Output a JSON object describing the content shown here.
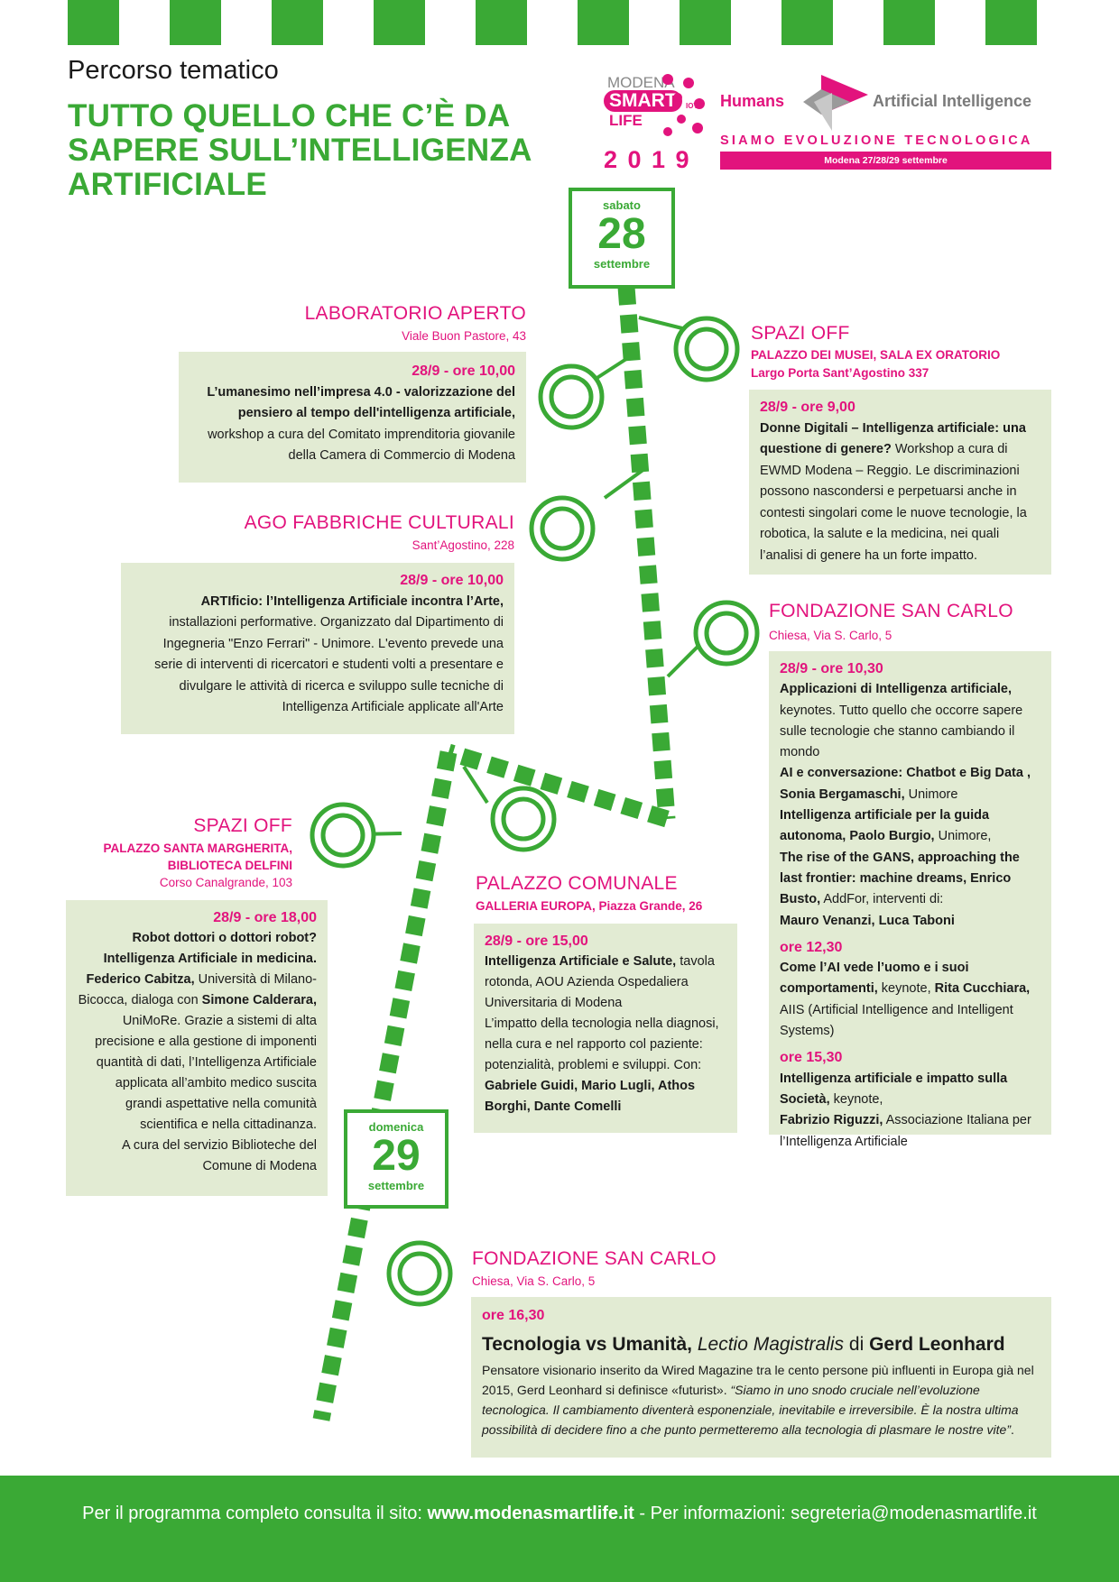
{
  "header": {
    "subtitle": "Percorso tematico",
    "title_line1": "TUTTO QUELLO CHE C’È DA",
    "title_line2": "SAPERE SULL’INTELLIGENZA",
    "title_line3": "ARTIFICIALE"
  },
  "logo": {
    "modena": "MODENA",
    "smart": "SMART",
    "life": "LIFE",
    "iot": "IOT",
    "year": "2 0 1 9",
    "humans": "Humans",
    "ai": "Artificial Intelligence",
    "tagline": "SIAMO EVOLUZIONE TECNOLOGICA",
    "dates": "Modena 27/28/29 settembre"
  },
  "day1": {
    "weekday": "sabato",
    "num": "28",
    "month": "settembre"
  },
  "day2": {
    "weekday": "domenica",
    "num": "29",
    "month": "settembre"
  },
  "ev1": {
    "venue": "LABORATORIO APERTO",
    "addr": "Viale Buon Pastore, 43",
    "time": "28/9 - ore 10,00",
    "title": "L’umanesimo nell’impresa 4.0 - valorizzazione del pensiero al tempo dell'intelligenza artificiale,",
    "desc": "workshop a cura del Comitato imprenditoria giovanile della Camera di Commercio di Modena"
  },
  "ev2": {
    "venue": "SPAZI OFF",
    "addr1": "PALAZZO DEI MUSEI, SALA EX ORATORIO",
    "addr2": "Largo Porta Sant’Agostino 337",
    "time": "28/9 - ore 9,00",
    "title": "Donne Digitali – Intelligenza artificiale: una questione di genere?",
    "desc": " Workshop a cura di EWMD Modena – Reggio. Le discriminazioni possono nascondersi e perpetuarsi anche in contesti singolari come le nuove tecnologie, la robotica, la salute e la medicina, nei quali l’analisi di genere ha un forte impatto."
  },
  "ev3": {
    "venue": "AGO FABBRICHE CULTURALI",
    "addr": "Sant’Agostino, 228",
    "time": "28/9 - ore 10,00",
    "title": "ARTIficio: l’Intelligenza Artificiale incontra l’Arte,",
    "desc": "installazioni performative. Organizzato dal Dipartimento di Ingegneria \"Enzo Ferrari\" - Unimore. L'evento prevede una serie di interventi di ricercatori e studenti volti a presentare e divulgare le attività di ricerca e sviluppo sulle tecniche di Intelligenza Artificiale applicate all'Arte"
  },
  "ev4": {
    "venue": "FONDAZIONE SAN CARLO",
    "addr": "Chiesa, Via S. Carlo, 5",
    "time1": "28/9 - ore 10,30",
    "t1a": "Applicazioni di Intelligenza artificiale,",
    "t1b": " keynotes. Tutto quello che occorre sapere sulle tecnologie che stanno cambiando il mondo",
    "t1c": "AI e conversazione: Chatbot e Big Data ,",
    "t1d": "Sonia Bergamaschi,",
    "t1e": " Unimore",
    "t1f": "Intelligenza artificiale per la guida autonoma, Paolo Burgio,",
    "t1g": " Unimore,",
    "t1h": "The rise of the GANS, approaching the last frontier: machine dreams, Enrico Busto,",
    "t1i": " AddFor, interventi di:",
    "t1j": "Mauro Venanzi, Luca Taboni",
    "time2": "ore 12,30",
    "t2a": "Come l’AI vede l’uomo e i suoi comportamenti,",
    "t2b": " keynote, ",
    "t2c": "Rita Cucchiara,",
    "t2d": " AIIS (Artificial Intelligence and Intelligent Systems)",
    "time3": "ore 15,30",
    "t3a": "Intelligenza artificiale e impatto sulla Società,",
    "t3b": " keynote,",
    "t3c": "Fabrizio Riguzzi,",
    "t3d": " Associazione Italiana per l’Intelligenza Artificiale"
  },
  "ev5": {
    "venue": "SPAZI OFF",
    "addr1": "PALAZZO SANTA MARGHERITA,",
    "addr2": "BIBLIOTECA DELFINI",
    "addr3": "Corso Canalgrande, 103",
    "time": "28/9 - ore 18,00",
    "title": "Robot dottori o dottori robot? Intelligenza Artificiale in  medicina.",
    "p1": "Federico Cabitza,",
    "p2": " Università di Milano-Bicocca, dialoga con ",
    "p3": "Simone Calderara,",
    "p4": " UniMoRe. Grazie a sistemi di alta precisione e alla gestione di imponenti quantità di dati,  l’Intelligenza Artificiale applicata all’ambito medico suscita grandi aspettative nella comunità scientifica e nella cittadinanza.",
    "p5": "A cura del servizio Biblioteche del Comune di Modena"
  },
  "ev6": {
    "venue": "PALAZZO COMUNALE",
    "addr": "GALLERIA EUROPA, Piazza Grande, 26",
    "time": "28/9 - ore 15,00",
    "title": "Intelligenza Artificiale e Salute,",
    "desc": " tavola rotonda, AOU Azienda Ospedaliera Universitaria di Modena",
    "desc2": "L’impatto della tecnologia nella diagnosi, nella cura e nel rapporto col paziente: potenzialità, problemi e sviluppi. Con:",
    "names": "Gabriele Guidi, Mario Lugli, Athos Borghi, Dante Comelli"
  },
  "ev7": {
    "venue": "FONDAZIONE SAN CARLO",
    "addr": "Chiesa, Via S. Carlo, 5",
    "time": "ore 16,30",
    "h1": "Tecnologia vs Umanità,",
    "h2": " Lectio Magistralis",
    "h3": " di ",
    "h4": "Gerd Leonhard",
    "desc": "Pensatore visionario inserito da Wired Magazine tra le cento persone più influenti in Europa già nel 2015, Gerd Leonhard si definisce «futurist». ",
    "quote": "“Siamo in uno snodo cruciale nell’evoluzione tecnologica. Il cambiamento diventerà esponenziale, inevitabile e irreversibile. È la nostra ultima possibilità di decidere fino a che punto permetteremo alla tecnologia di plasmare le nostre vite”",
    "end": "."
  },
  "footer": {
    "pre": "Per il programma completo consulta il sito: ",
    "site": "www.modenasmartlife.it",
    "mid": " - Per informazioni:  segreteria@modenasmartlife.it"
  },
  "colors": {
    "green": "#3aa935",
    "pink": "#e2137d",
    "boxbg": "#e2ebd3"
  }
}
